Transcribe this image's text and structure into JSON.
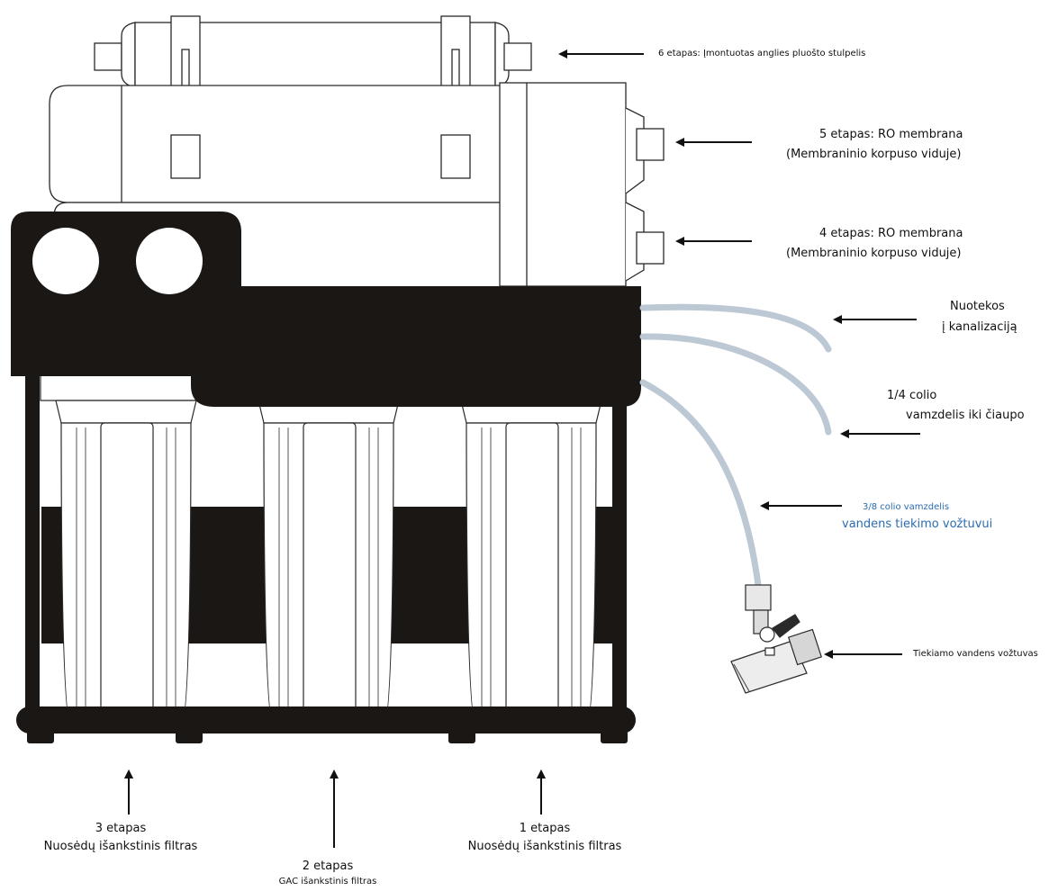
{
  "labels": {
    "stage6": "6 etapas: Įmontuotas anglies pluošto stulpelis",
    "stage5_title": "5 etapas: RO membrana",
    "stage5_note": "(Membraninio korpuso viduje)",
    "stage4_title": "4 etapas: RO membrana",
    "stage4_note": "(Membraninio korpuso viduje)",
    "drain_line1": "Nuotekos",
    "drain_line2": "į kanalizaciją",
    "tube14_line1": "1/4 colio",
    "tube14_line2": "vamzdelis iki čiaupo",
    "tube38_line1": "3/8 colio vamzdelis",
    "tube38_line2": "vandens tiekimo vožtuvui",
    "feed_valve": "Tiekiamo vandens vožtuvas",
    "stage3_title": "3 etapas",
    "stage3_desc": "Nuosėdų išankstinis filtras",
    "stage2_title": "2 etapas",
    "stage2_desc": "GAC išankstinis filtras",
    "stage1_title": "1 etapas",
    "stage1_desc": "Nuosėdų išankstinis filtras"
  },
  "colors": {
    "frame": "#1a1714",
    "outline": "#2a2a2a",
    "tube": "#bcc8d4",
    "accent_text": "#2b6cb0"
  }
}
